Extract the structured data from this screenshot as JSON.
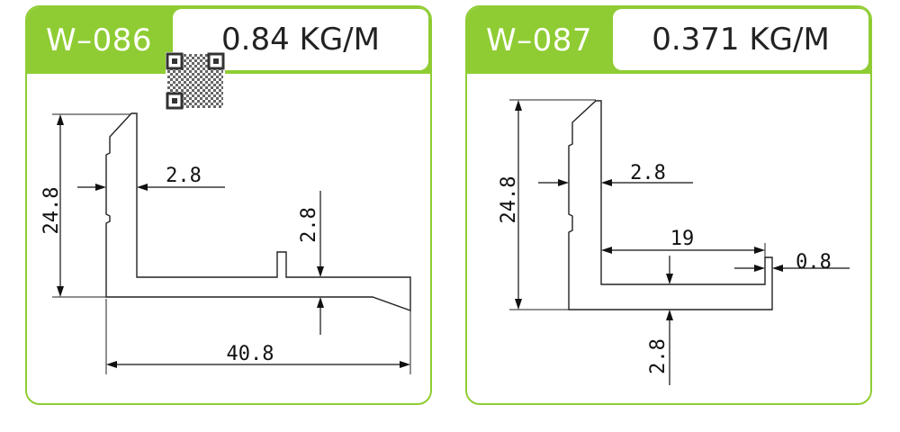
{
  "profiles": [
    {
      "code": "W–086",
      "weight": "0.84 KG/M",
      "dimensions": {
        "height": "24.8",
        "wall": "2.8",
        "flange": "2.8",
        "length": "40.8"
      }
    },
    {
      "code": "W–087",
      "weight": "0.371 KG/M",
      "dimensions": {
        "height": "24.8",
        "wall": "2.8",
        "inner_width": "19",
        "lip": "0.8",
        "base": "2.8"
      }
    }
  ],
  "colors": {
    "accent": "#8fcc33",
    "line": "#222222"
  },
  "icons": [
    "qr-code-icon"
  ]
}
